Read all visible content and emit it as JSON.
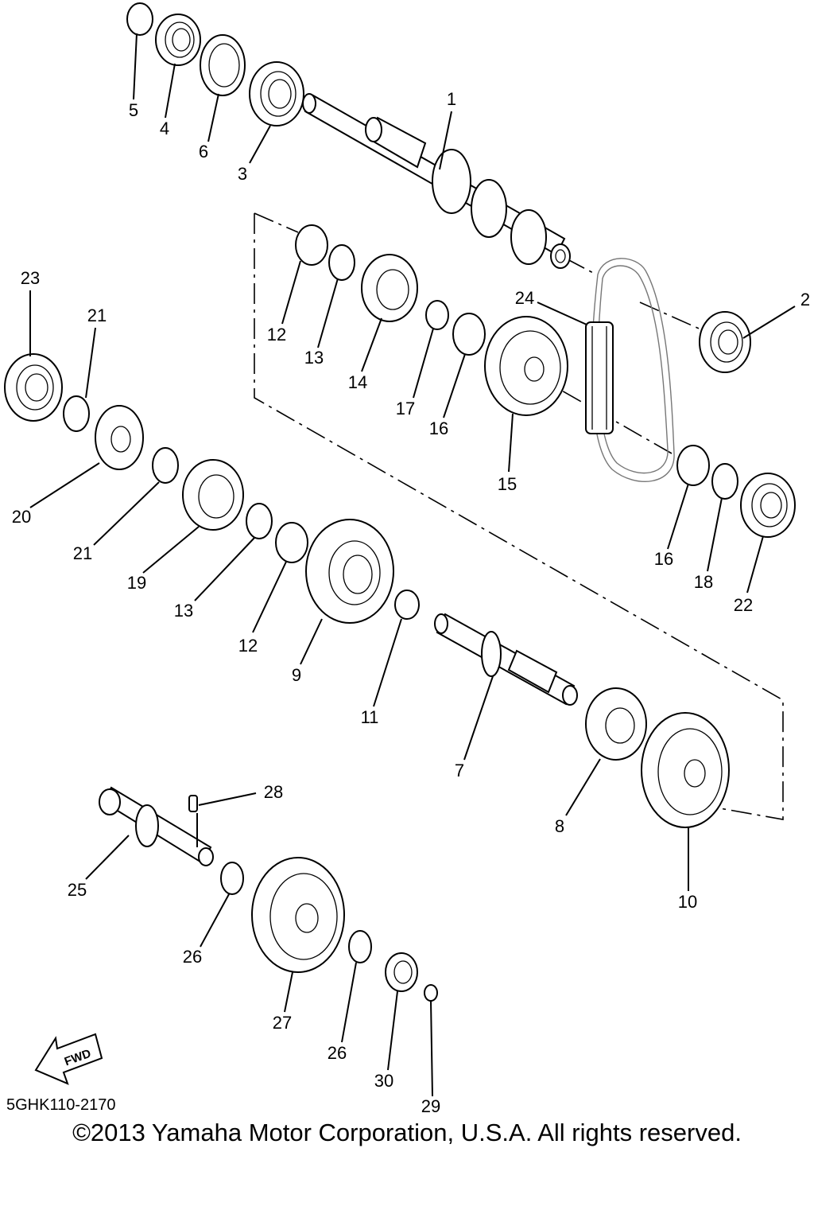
{
  "diagram": {
    "callouts": {
      "c1": "1",
      "c2": "2",
      "c3": "3",
      "c4": "4",
      "c5": "5",
      "c6": "6",
      "c7": "7",
      "c8": "8",
      "c9": "9",
      "c10": "10",
      "c11": "11",
      "c12a": "12",
      "c12b": "12",
      "c13a": "13",
      "c13b": "13",
      "c14": "14",
      "c15": "15",
      "c16a": "16",
      "c16b": "16",
      "c17": "17",
      "c18": "18",
      "c19": "19",
      "c20": "20",
      "c21a": "21",
      "c21b": "21",
      "c22": "22",
      "c23": "23",
      "c24": "24",
      "c25": "25",
      "c26a": "26",
      "c26b": "26",
      "c27": "27",
      "c28": "28",
      "c29": "29",
      "c30": "30"
    },
    "fwd_label": "FWD",
    "code": "5GHK110-2170",
    "copyright": "©2013 Yamaha Motor Corporation, U.S.A. All rights reserved."
  }
}
